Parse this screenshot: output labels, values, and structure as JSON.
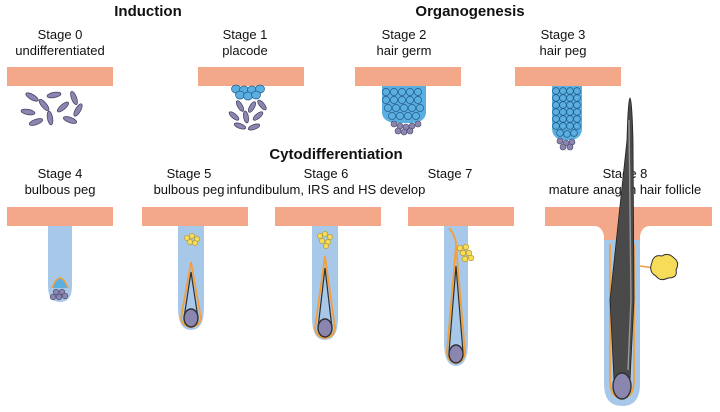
{
  "headers": {
    "induction": "Induction",
    "organogenesis": "Organogenesis",
    "cytodifferentiation": "Cytodifferentiation"
  },
  "stages": [
    {
      "title": "Stage 0",
      "desc": "undifferentiated"
    },
    {
      "title": "Stage 1",
      "desc": "placode"
    },
    {
      "title": "Stage 2",
      "desc": "hair germ"
    },
    {
      "title": "Stage 3",
      "desc": "hair peg"
    },
    {
      "title": "Stage 4",
      "desc": "bulbous peg"
    },
    {
      "title": "Stage 5",
      "desc": "bulbous peg"
    },
    {
      "title": "Stage 6",
      "desc": "infundibulum, IRS and HS develop"
    },
    {
      "title": "Stage 7",
      "desc": ""
    },
    {
      "title": "Stage 8",
      "desc": "mature anagen hair follicle"
    }
  ],
  "colors": {
    "epidermis": "#f4a88a",
    "follicle_blue": "#a8c8ea",
    "cell_blue": "#5aaee0",
    "papilla": "#8a86b0",
    "orange": "#f2a03c",
    "sebaceous": "#f7dc5a",
    "hair_dark": "#303030"
  }
}
